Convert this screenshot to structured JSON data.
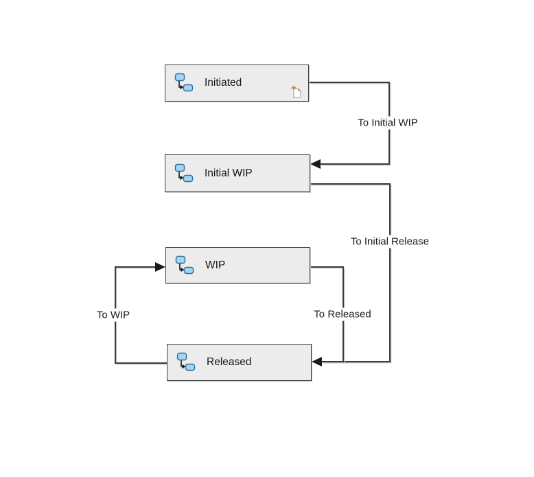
{
  "canvas": {
    "background": "#ffffff"
  },
  "diagram": {
    "type": "workflow-state-diagram",
    "states": [
      {
        "label": "Initiated",
        "badge": "new-document-icon"
      },
      {
        "label": "Initial WIP",
        "badge": null
      },
      {
        "label": "WIP",
        "badge": null
      },
      {
        "label": "Released",
        "badge": null
      }
    ],
    "transitions": [
      {
        "label": "To Initial WIP",
        "from": "Initiated",
        "to": "Initial WIP"
      },
      {
        "label": "To Initial Release",
        "from": "Initial WIP",
        "to": "Released"
      },
      {
        "label": "To Released",
        "from": "WIP",
        "to": "Released"
      },
      {
        "label": "To WIP",
        "from": "Released",
        "to": "WIP"
      }
    ],
    "colors": {
      "box_fill": "#ececec",
      "box_border": "#3c3c3c",
      "wire": "#3c3c3c",
      "wire_shadow": "#bdbdbd",
      "text": "#1a1a1a",
      "icon_fill": "#a5d5f0",
      "icon_stroke": "#2e6f9e",
      "badge_star": "#f0a030"
    }
  }
}
